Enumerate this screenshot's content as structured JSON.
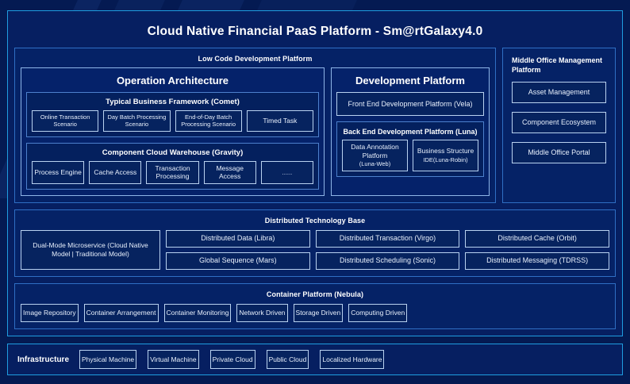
{
  "header": {
    "title": "Cloud Native Financial PaaS Platform - Sm@rtGalaxy4.0"
  },
  "low_code": {
    "title": "Low Code Development Platform",
    "operation_architecture": {
      "title": "Operation Architecture",
      "groups": [
        {
          "title": "Typical Business Framework (Comet)",
          "items": [
            "Online Transaction Scenario",
            "Day Batch Processing Scenario",
            "End-of-Day Batch Processing Scenario",
            "Timed Task"
          ]
        },
        {
          "title": "Component Cloud Warehouse (Gravity)",
          "items": [
            "Process Engine",
            "Cache Access",
            "Transaction Processing",
            "Message Access",
            "......"
          ]
        }
      ]
    },
    "development_platform": {
      "title": "Development Platform",
      "front_end": "Front End Development Platform (Vela)",
      "back_end": {
        "title": "Back End Development Platform (Luna)",
        "items": [
          {
            "name": "Data Annotation Platform",
            "sub": "(Luna-Web)"
          },
          {
            "name": "Business Structure",
            "sub": "IDE(Luna-Robin)"
          }
        ]
      }
    }
  },
  "middle_office": {
    "title": "Middle Office Management Platform",
    "items": [
      "Asset Management",
      "Component Ecosystem",
      "Middle Office Portal"
    ]
  },
  "distributed_technology_base": {
    "title": "Distributed Technology Base",
    "dual_mode": "Dual-Mode Microservice (Cloud Native Model | Traditional Model)",
    "items": [
      "Distributed Data (Libra)",
      "Distributed Transaction (Virgo)",
      "Distributed Cache (Orbit)",
      "Global Sequence (Mars)",
      "Distributed Scheduling (Sonic)",
      "Distributed Messaging (TDRSS)"
    ]
  },
  "container_platform": {
    "title": "Container Platform (Nebula)",
    "items": [
      "Image Repository",
      "Container Arrangement",
      "Container Monitoring",
      "Network Driven",
      "Storage Driven",
      "Computing Driven"
    ]
  },
  "infrastructure": {
    "label": "Infrastructure",
    "items": [
      "Physical Machine",
      "Virtual Machine",
      "Private Cloud",
      "Public Cloud",
      "Localized Hardware"
    ]
  },
  "colors": {
    "background": "#041a52",
    "accent_border": "#1f9de0",
    "panel_fill": "#052266",
    "chip_border": "#b9d2f0",
    "text": "#ffffff"
  }
}
